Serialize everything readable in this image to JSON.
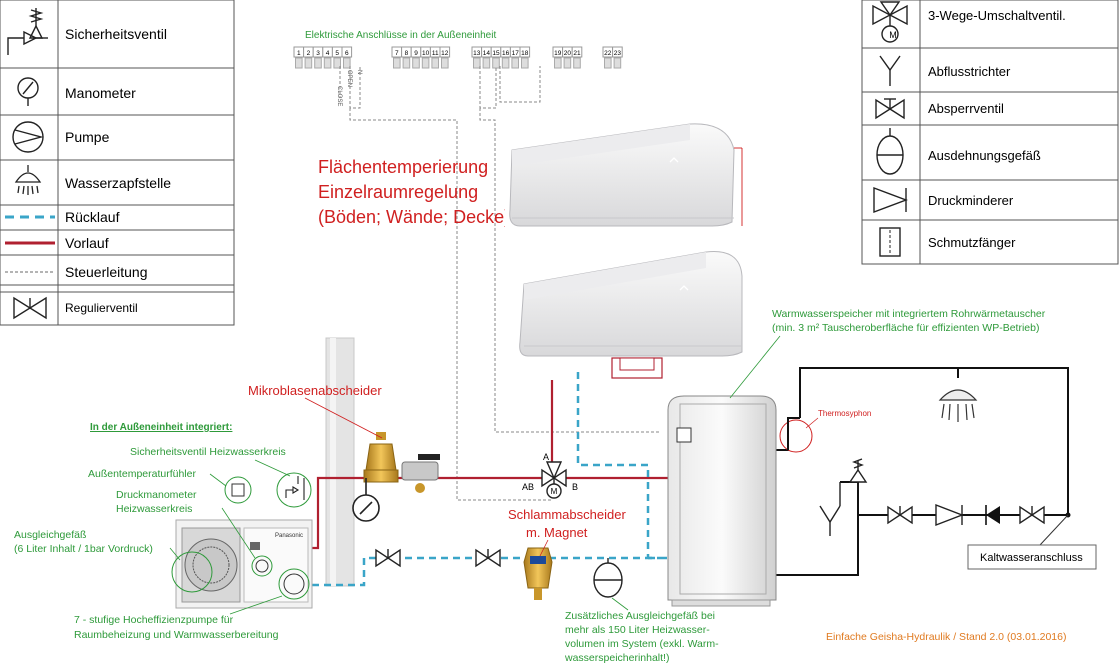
{
  "left_legend": {
    "items": [
      {
        "icon": "safety-valve-icon",
        "label": "Sicherheitsventil"
      },
      {
        "icon": "manometer-icon",
        "label": "Manometer"
      },
      {
        "icon": "pump-icon",
        "label": "Pumpe"
      },
      {
        "icon": "water-tap-icon",
        "label": "Wasserzapfstelle"
      },
      {
        "icon": "return-line-icon",
        "label": "Rücklauf"
      },
      {
        "icon": "flow-line-icon",
        "label": "Vorlauf"
      },
      {
        "icon": "control-line-icon",
        "label": "Steuerleitung"
      },
      {
        "icon": "regulating-valve-icon",
        "label": "Regulierventil"
      }
    ]
  },
  "right_legend": {
    "items": [
      {
        "icon": "three-way-valve-icon",
        "label": "3-Wege-Umschaltventil."
      },
      {
        "icon": "drain-funnel-icon",
        "label": "Abflusstrichter"
      },
      {
        "icon": "shutoff-valve-icon",
        "label": "Absperrventil"
      },
      {
        "icon": "expansion-vessel-icon",
        "label": "Ausdehnungsgefäß"
      },
      {
        "icon": "pressure-reducer-icon",
        "label": "Druckminderer"
      },
      {
        "icon": "dirt-trap-icon",
        "label": "Schmutzfänger"
      }
    ]
  },
  "terminals": {
    "title": "Elektrische Anschlüsse in der Außeneinheit",
    "numbers": [
      "1",
      "2",
      "3",
      "4",
      "5",
      "6",
      "7",
      "8",
      "9",
      "10",
      "11",
      "12",
      "13",
      "14",
      "15",
      "16",
      "17",
      "18",
      "19",
      "20",
      "21",
      "22",
      "23"
    ],
    "close_label": "CLOSE",
    "open_label": "OPEN",
    "n_label": "N"
  },
  "floor_heating": {
    "line1": "Flächentemperierung",
    "line2": "Einzelraumregelung",
    "line3": "(Böden; Wände; Decke)"
  },
  "labels": {
    "microbubble": "Mikroblasenabscheider",
    "integrated_header": "In der Außeneinheit integriert:",
    "safety_valve_circuit": "Sicherheitsventil Heizwasserkreis",
    "outdoor_temp_sensor": "Außentemperaturfühler",
    "pressure_gauge_1": "Druckmanometer",
    "pressure_gauge_2": "Heizwasserkreis",
    "expansion_1": "Ausgleichgefäß",
    "expansion_2": "(6 Liter Inhalt / 1bar Vordruck)",
    "pump_1": "7 - stufige Hocheffizienzpumpe für",
    "pump_2": "Raumbeheizung und Warmwasserbereitung",
    "sludge_1": "Schlammabscheider",
    "sludge_2": "m. Magnet",
    "extra_vessel_1": "Zusätzliches Ausgleichgefäß bei",
    "extra_vessel_2": "mehr als 150 Liter Heizwasser-",
    "extra_vessel_3": "volumen im System (exkl. Warm-",
    "extra_vessel_4": "wasserspeicherinhalt!)",
    "tank_1": "Warmwasserspeicher mit integriertem Rohrwärmetauscher",
    "tank_2": "(min. 3 m² Tauscheroberfläche für effizienten WP-Betrieb)",
    "thermosyphon": "Thermosyphon",
    "cold_water": "Kaltwasseranschluss",
    "valve_a": "A",
    "valve_ab": "AB",
    "valve_b": "B",
    "valve_m": "M",
    "footer": "Einfache Geisha-Hydraulik / Stand 2.0 (03.01.2016)",
    "brand": "Panasonic"
  },
  "colors": {
    "flow": "#b02030",
    "return": "#3aa5c8",
    "control": "#888888",
    "green_text": "#2e9a3a",
    "red_text": "#d02020",
    "orange_text": "#e07a20"
  }
}
